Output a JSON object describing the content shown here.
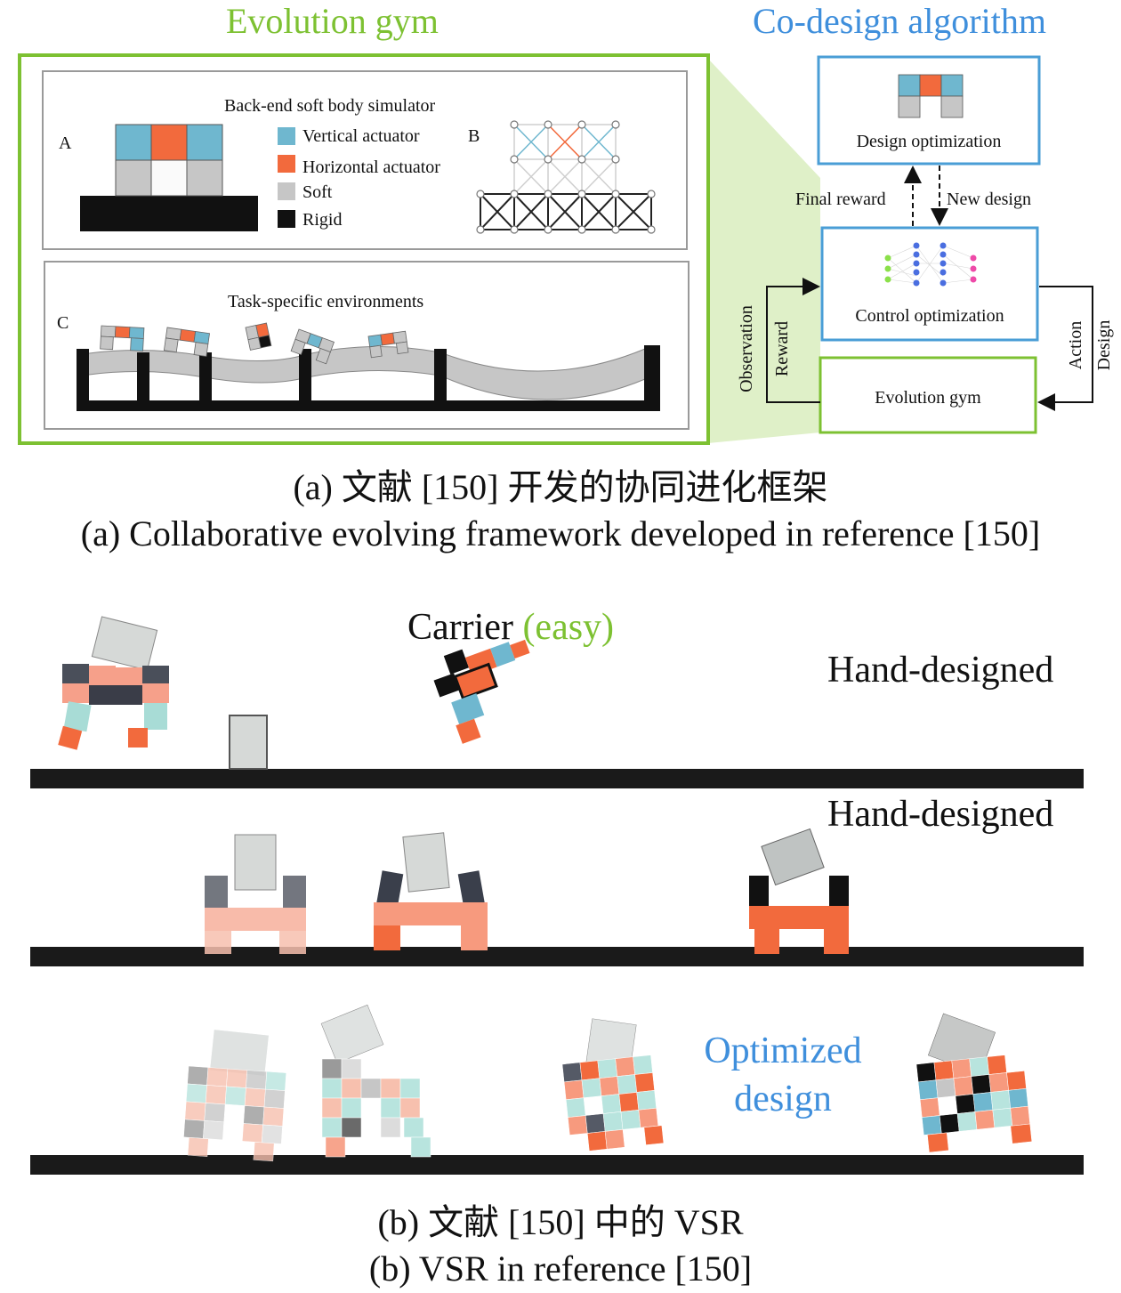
{
  "part_a": {
    "left_title": "Evolution gym",
    "right_title": "Co-design algorithm",
    "sim_title": "Back-end soft body simulator",
    "label_a": "A",
    "label_b": "B",
    "label_c": "C",
    "legend": [
      {
        "label": "Vertical actuator",
        "color": "#6fb7cf"
      },
      {
        "label": "Horizontal actuator",
        "color": "#f26a3d"
      },
      {
        "label": "Soft",
        "color": "#c6c6c6"
      },
      {
        "label": "Rigid",
        "color": "#111111"
      }
    ],
    "env_title": "Task-specific environments",
    "design_opt": "Design optimization",
    "control_opt": "Control optimization",
    "evo_gym": "Evolution gym",
    "final_reward": "Final reward",
    "new_design": "New design",
    "observation": "Observation",
    "reward": "Reward",
    "action": "Action",
    "design": "Design",
    "caption_cn": "(a) 文献 [150] 开发的协同进化框架",
    "caption_en": "(a) Collaborative evolving framework developed in reference [150]"
  },
  "part_b": {
    "task_name": "Carrier",
    "difficulty": "(easy)",
    "row1_label": "Hand-designed",
    "row2_label": "Hand-designed",
    "row3_label_line1": "Optimized",
    "row3_label_line2": "design",
    "caption_cn": "(b) 文献 [150] 中的 VSR",
    "caption_en": "(b) VSR in reference [150]"
  }
}
